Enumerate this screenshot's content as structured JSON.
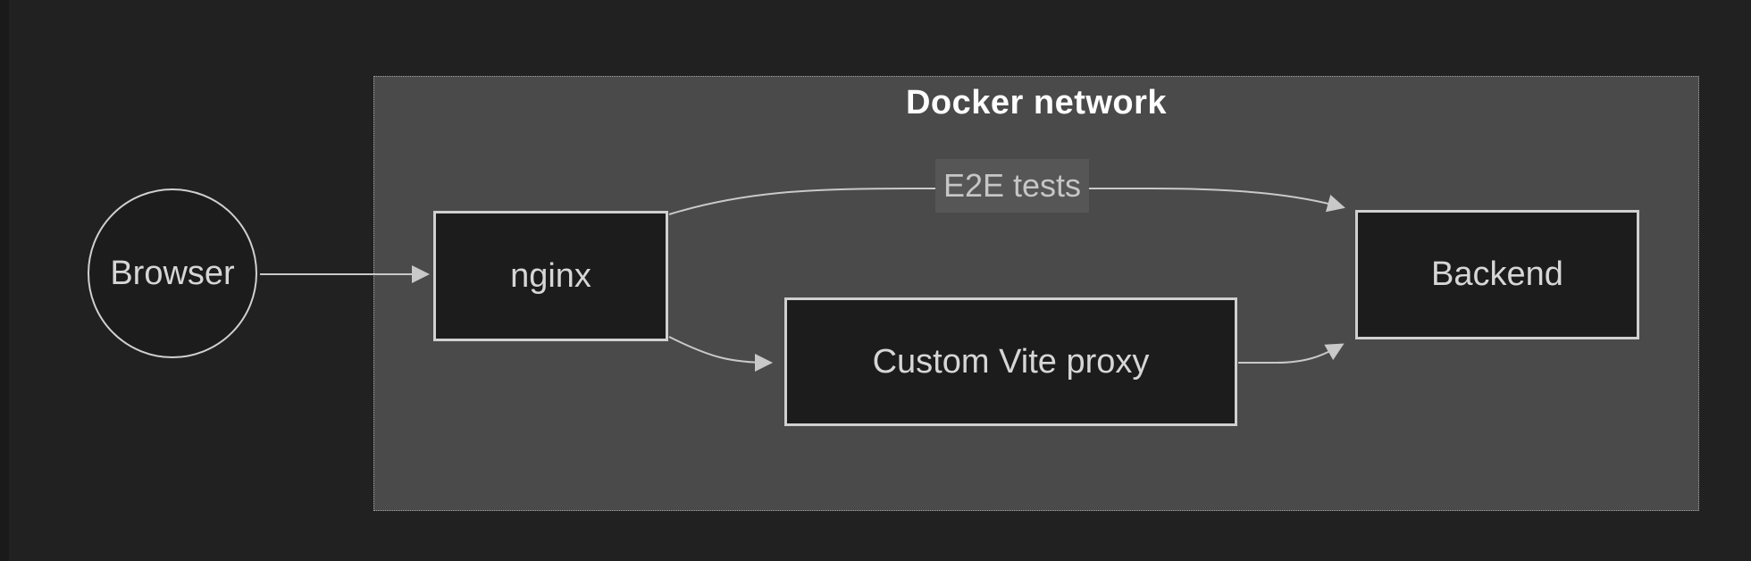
{
  "diagram": {
    "cluster": {
      "title": "Docker network"
    },
    "nodes": {
      "browser": {
        "label": "Browser",
        "shape": "circle"
      },
      "nginx": {
        "label": "nginx",
        "shape": "rect"
      },
      "proxy": {
        "label": "Custom Vite proxy",
        "shape": "rect"
      },
      "backend": {
        "label": "Backend",
        "shape": "rect"
      }
    },
    "edges": [
      {
        "from": "browser",
        "to": "nginx",
        "label": ""
      },
      {
        "from": "nginx",
        "to": "backend",
        "label": "E2E tests"
      },
      {
        "from": "nginx",
        "to": "proxy",
        "label": ""
      },
      {
        "from": "proxy",
        "to": "backend",
        "label": ""
      }
    ],
    "colors": {
      "background": "#212121",
      "left_strip": "#1a1a1a",
      "cluster_fill": "#4a4a4a",
      "cluster_border": "#a3a3a3",
      "node_fill": "#1c1c1c",
      "node_border": "#d0d0d0",
      "node_text": "#d6d6d6",
      "cluster_title": "#ffffff",
      "edge": "#c9c9c9",
      "edge_label_bg": "#565656",
      "edge_label_text": "#c6c6c6"
    }
  }
}
